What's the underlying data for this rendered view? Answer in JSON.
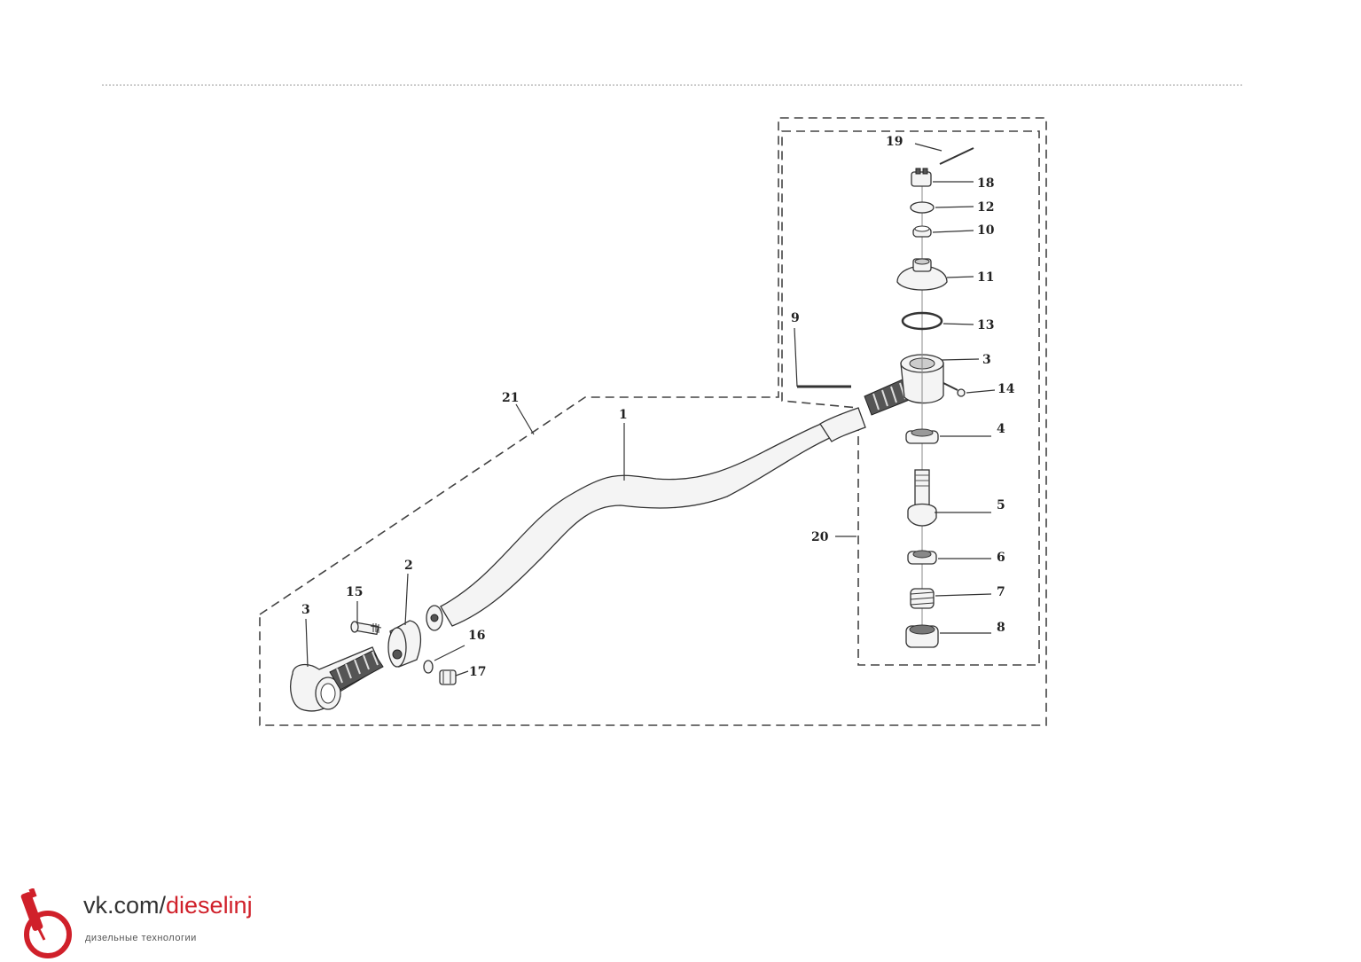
{
  "callouts": {
    "c1": "1",
    "c2": "2",
    "c3_left": "3",
    "c3_right": "3",
    "c4": "4",
    "c5": "5",
    "c6": "6",
    "c7": "7",
    "c8": "8",
    "c9": "9",
    "c10": "10",
    "c11": "11",
    "c12": "12",
    "c13": "13",
    "c14": "14",
    "c15": "15",
    "c16": "16",
    "c17": "17",
    "c18": "18",
    "c19": "19",
    "c20": "20",
    "c21": "21"
  },
  "watermark": {
    "url_prefix": "vk.com/",
    "url_highlight": "dieselinj",
    "subtitle": "дизельные технологии",
    "accent_color": "#d0202a"
  }
}
